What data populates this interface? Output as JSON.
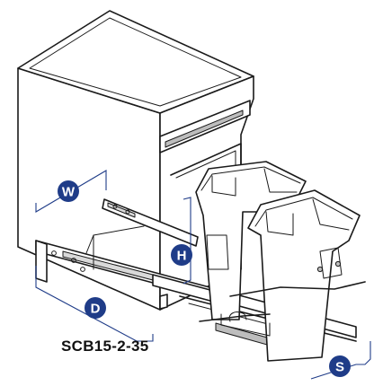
{
  "product_code": "SCB15-2-35",
  "dimension_labels": {
    "width": "W",
    "height": "H",
    "depth": "D",
    "side": "S"
  },
  "colors": {
    "badge": "#1f3c88",
    "outline": "#1a1a1a"
  }
}
